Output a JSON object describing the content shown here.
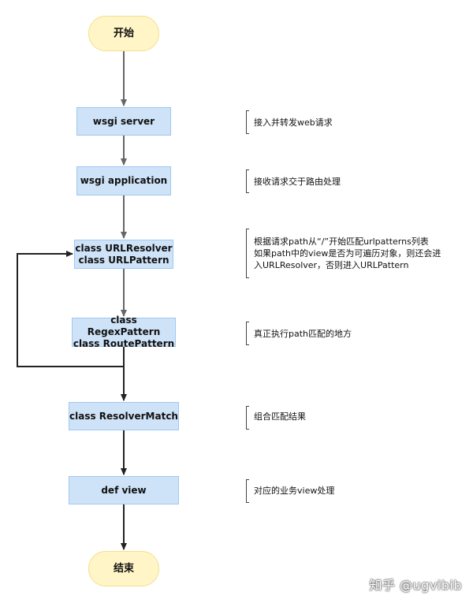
{
  "flowchart": {
    "start": "开始",
    "wsgi_server": "wsgi server",
    "wsgi_application": "wsgi application",
    "url_resolver": [
      "class URLResolver",
      "class URLPattern"
    ],
    "regex_pattern": [
      "class RegexPattern",
      "class RoutePattern"
    ],
    "resolver_match": "class ResolverMatch",
    "def_view": "def view",
    "end": "结束"
  },
  "notes": {
    "wsgi_server": "接入并转发web请求",
    "wsgi_application": "接收请求交于路由处理",
    "url_resolver": [
      "根据请求path从“/”开始匹配urlpatterns列表",
      "如果path中的view是否为可遍历对象，则还会进",
      "入URLResolver，否则进入URLPattern"
    ],
    "regex_pattern": "真正执行path匹配的地方",
    "resolver_match": "组合匹配结果",
    "def_view": "对应的业务view处理"
  },
  "watermark": "知乎 @ugvibib",
  "colors": {
    "process_fill": "#cfe3f8",
    "process_border": "#9ec8f0",
    "terminal_fill": "#fff5c6",
    "terminal_border": "#f3e08c",
    "arrow_light": "#666666",
    "arrow_dark": "#222222"
  }
}
